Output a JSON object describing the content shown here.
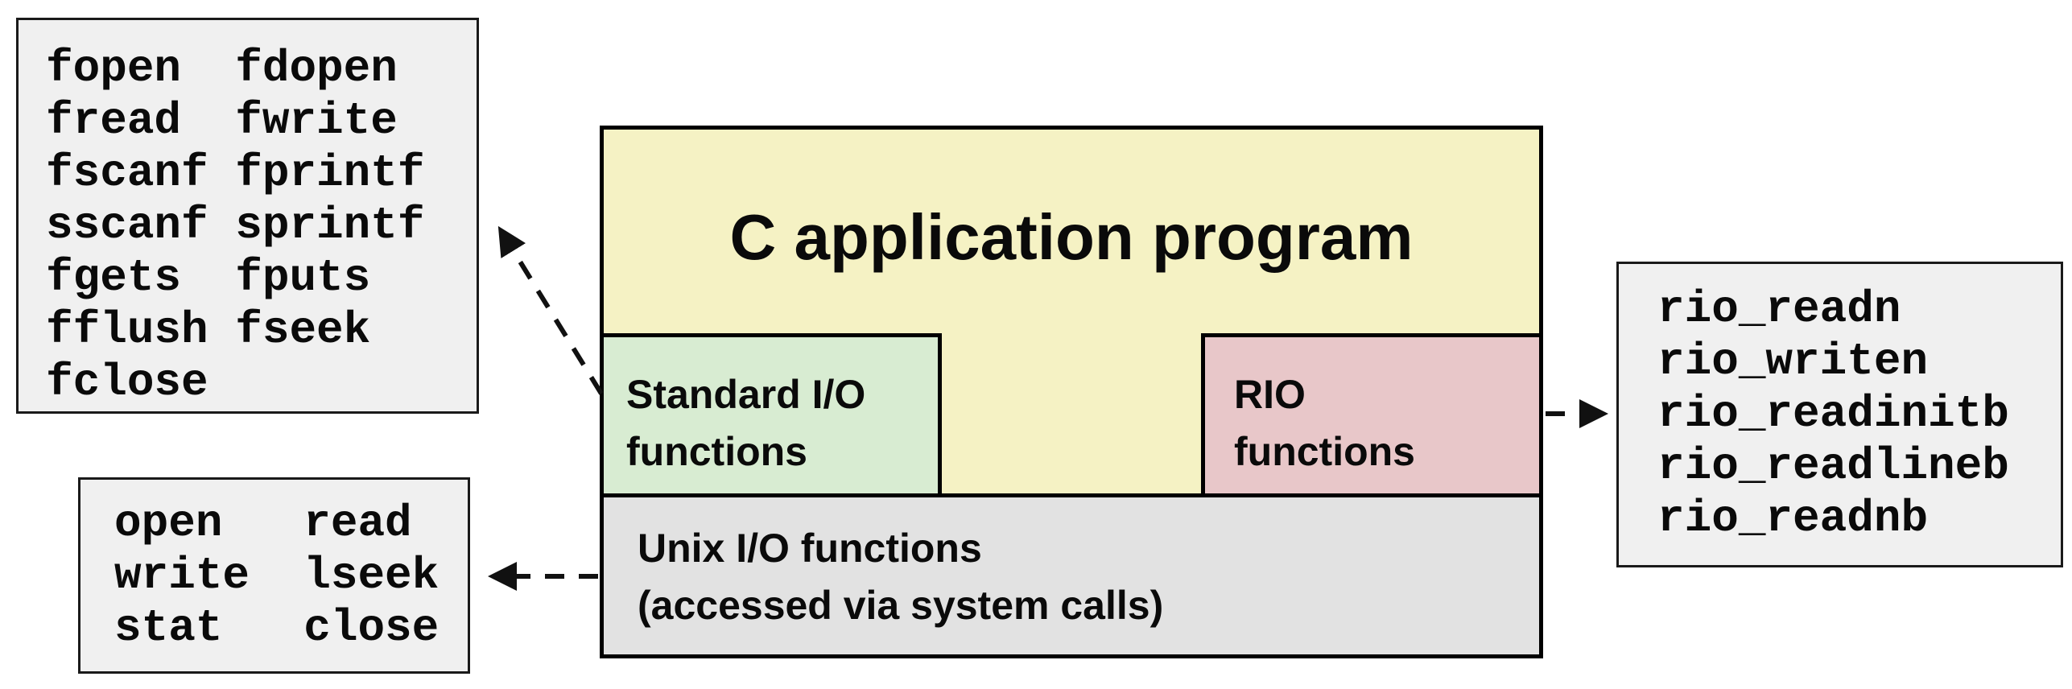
{
  "app_box": {
    "label": "C application program"
  },
  "standard_io_box": {
    "lines": [
      "Standard I/O",
      "functions"
    ]
  },
  "rio_functions_box": {
    "lines": [
      "RIO",
      "functions"
    ]
  },
  "unix_io_box": {
    "lines": [
      "Unix I/O functions",
      "(accessed via system calls)"
    ]
  },
  "stdio_list": {
    "lines": [
      "fopen  fdopen",
      "fread  fwrite",
      "fscanf fprintf",
      "sscanf sprintf",
      "fgets  fputs",
      "fflush fseek",
      "fclose"
    ]
  },
  "unix_list": {
    "lines": [
      "open   read",
      "write  lseek",
      "stat   close"
    ]
  },
  "rio_list": {
    "lines": [
      "rio_readn",
      "rio_writen",
      "rio_readinitb",
      "rio_readlineb",
      "rio_readnb"
    ]
  },
  "colors": {
    "app_box_bg": "#f5f2c4",
    "standard_io_bg": "#d8ecd2",
    "rio_bg": "#e8c7c9",
    "unix_io_bg": "#e2e2e2",
    "list_box_bg": "#f0f0f0",
    "border": "#000000",
    "arrow": "#111111"
  }
}
